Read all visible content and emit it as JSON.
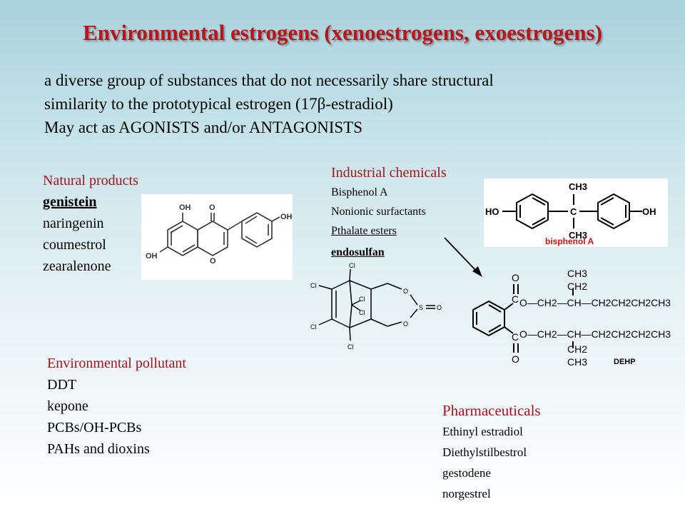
{
  "title": "Environmental estrogens (xenoestrogens, exoestrogens)",
  "intro": {
    "line1": "a diverse group of substances that do not necessarily share structural",
    "line2": "similarity to the prototypical estrogen (17β-estradiol)",
    "line3": "May act as AGONISTS and/or ANTAGONISTS"
  },
  "natural": {
    "title": "Natural products",
    "items": [
      "genistein",
      "naringenin",
      "coumestrol",
      "zearalenone"
    ]
  },
  "industrial": {
    "title": "Industrial chemicals",
    "items": [
      "Bisphenol A",
      "Nonionic surfactants",
      "Pthalate esters",
      "endosulfan"
    ]
  },
  "pollutant": {
    "title": "Environmental pollutant",
    "items": [
      "DDT",
      "kepone",
      "PCBs/OH-PCBs",
      "PAHs and dioxins"
    ]
  },
  "pharma": {
    "title": "Pharmaceuticals",
    "items": [
      "Ethinyl estradiol",
      "Diethylstilbestrol",
      "gestodene",
      "norgestrel"
    ]
  },
  "structures": {
    "genistein": {
      "oh1": "OH",
      "oh2": "OH",
      "oh3": "OH",
      "o_carbonyl": "O",
      "o_ring": "O"
    },
    "bisphenol": {
      "caption": "bisphenol A",
      "ho": "HO",
      "oh": "OH",
      "c": "C",
      "ch3_top": "CH3",
      "ch3_bottom": "CH3"
    },
    "endosulfan": {
      "cl": "Cl",
      "o": "O",
      "s": "S"
    },
    "dehp": {
      "caption": "DEHP",
      "c": "C",
      "o": "O",
      "upper_chain": "O—CH2—CH—CH2CH2CH2CH3",
      "lower_chain": "O—CH2—CH—CH2CH2CH2CH3",
      "branch_ch3": "CH3",
      "branch_ch2": "CH2"
    }
  }
}
